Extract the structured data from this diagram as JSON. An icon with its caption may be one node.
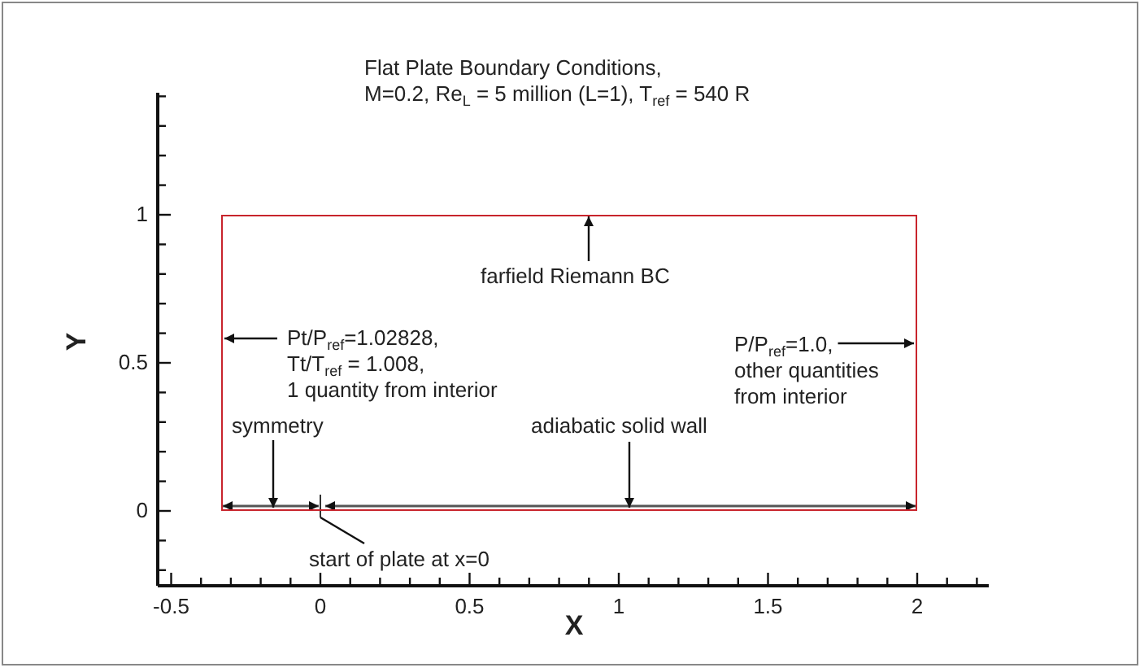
{
  "diagram": {
    "nodes": [
      {
        "text": [],
        "shape": "box"
      },
      {
        "text": [
          "farfield Riemann BC"
        ],
        "in": 0
      },
      {
        "text": [
          "Pt/P$_{ref}$=1.02828,",
          "Tt/T$_{ref}$ = 1.008,",
          "1 quantity from interior"
        ],
        "in": 0
      },
      {
        "text": [
          "P/P$_{ref}$=1.0,",
          "other quantities from interior"
        ],
        "in": 0
      },
      {
        "text": [
          "symmetry"
        ],
        "in": 0
      },
      {
        "text": [
          "adiabatic solid wall"
        ],
        "in": 0
      },
      {
        "text": [
          "start of plate at x=0"
        ]
      }
    ],
    "edges": [
      {
        "from": 1,
        "to": 0,
        "arrow": "to"
      },
      {
        "from": 2,
        "to": 0,
        "arrow": "to"
      },
      {
        "from": 3,
        "to": 0,
        "arrow": "to"
      },
      {
        "from": 4,
        "to": 0,
        "arrow": "to"
      },
      {
        "from": 5,
        "to": 0,
        "arrow": "to"
      },
      {
        "from": 6,
        "to": 0,
        "arrow": "none"
      }
    ],
    "labels": [
      "Flat Plate Boundary Conditions,",
      "M=0.2, Re$_{L}$ = 5 million (L=1), T$_{ref}$ = 540 R",
      "-0.5",
      "0",
      "0.5",
      "1",
      "1.5",
      "2",
      "X",
      "0",
      "0.5",
      "1",
      "Y"
    ]
  }
}
